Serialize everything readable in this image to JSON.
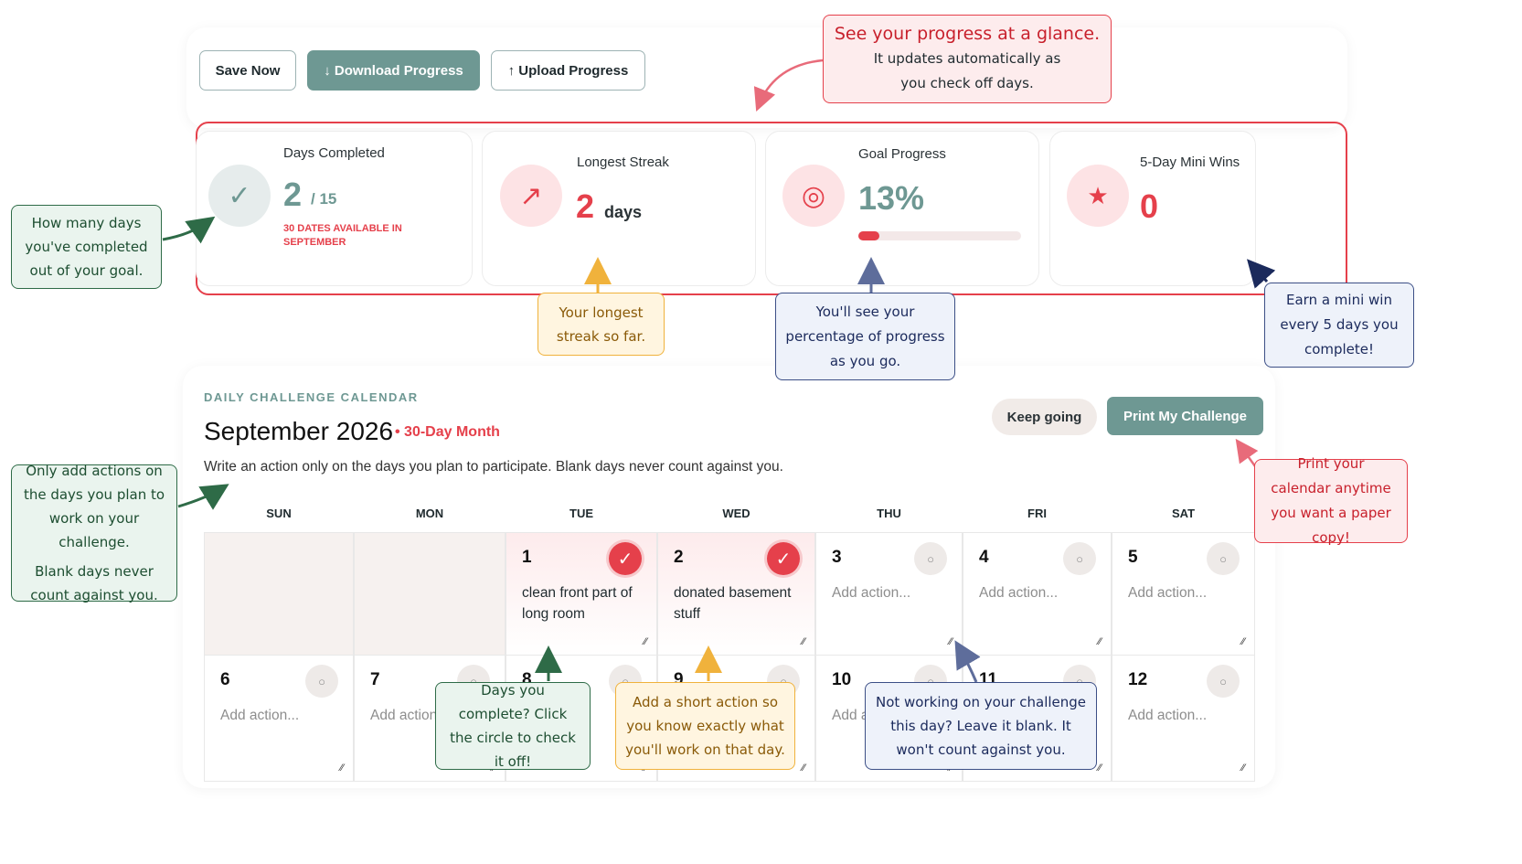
{
  "toolbar": {
    "save_label": "Save Now",
    "download_label": "↓ Download Progress",
    "upload_label": "↑ Upload Progress"
  },
  "stats": {
    "days_completed": {
      "label": "Days Completed",
      "value": "2",
      "total": "/ 15",
      "note": "30 DATES AVAILABLE IN SEPTEMBER"
    },
    "longest_streak": {
      "label": "Longest Streak",
      "value": "2",
      "unit": "days"
    },
    "goal_progress": {
      "label": "Goal Progress",
      "value": "13%",
      "fraction": 0.13
    },
    "mini_wins": {
      "label": "5-Day Mini Wins",
      "value": "0"
    }
  },
  "calendar": {
    "eyebrow": "DAILY CHALLENGE CALENDAR",
    "title": "September 2026",
    "tag": "• 30-Day Month",
    "description": "Write an action only on the days you plan to participate. Blank days never count against you.",
    "keep_going_label": "Keep going",
    "print_label": "Print My Challenge",
    "weekdays": [
      "SUN",
      "MON",
      "TUE",
      "WED",
      "THU",
      "FRI",
      "SAT"
    ],
    "weeks": [
      [
        {
          "day": "",
          "empty": true
        },
        {
          "day": "",
          "empty": true
        },
        {
          "day": "1",
          "done": true,
          "action": "clean front part of long room"
        },
        {
          "day": "2",
          "done": true,
          "action": "donated basement stuff"
        },
        {
          "day": "3",
          "done": false,
          "placeholder": "Add action..."
        },
        {
          "day": "4",
          "done": false,
          "placeholder": "Add action..."
        },
        {
          "day": "5",
          "done": false,
          "placeholder": "Add action..."
        }
      ],
      [
        {
          "day": "6",
          "done": false,
          "placeholder": "Add action..."
        },
        {
          "day": "7",
          "done": false,
          "placeholder": "Add action..."
        },
        {
          "day": "8",
          "done": false,
          "placeholder": ""
        },
        {
          "day": "9",
          "done": false,
          "placeholder": ""
        },
        {
          "day": "10",
          "done": false,
          "placeholder": "Add action..."
        },
        {
          "day": "11",
          "done": false,
          "placeholder": ""
        },
        {
          "day": "12",
          "done": false,
          "placeholder": "Add action..."
        }
      ]
    ]
  },
  "callouts": {
    "progress_glance_title": "See your progress at a glance.",
    "progress_glance_body": "It updates automatically as you check off days.",
    "days_completed": "How many days you've completed out of your goal.",
    "streak": "Your longest streak so far.",
    "percentage": "You'll see your percentage of progress as you go.",
    "mini_win": "Earn a mini win every 5 days you complete!",
    "add_actions_1": "Only add actions on the days you plan to work on your challenge.",
    "add_actions_2": "Blank days never count against you.",
    "print": "Print your calendar anytime you want a paper copy!",
    "check_off": "Days you complete? Click the circle to check it off!",
    "short_action": "Add a short action so you know exactly what you'll work on that day.",
    "not_working": "Not working on your challenge this day? Leave it blank. It won't count against you."
  },
  "icons": {
    "days_completed": "check-icon",
    "streak": "arrow-up-right-icon",
    "goal": "target-icon",
    "mini_wins": "star-icon"
  },
  "colors": {
    "accent_red": "#e5404b",
    "accent_teal": "#6e9893",
    "callout_green": "#2e6b47",
    "callout_yellow": "#f0b23c",
    "callout_blue": "#3c4f86"
  }
}
